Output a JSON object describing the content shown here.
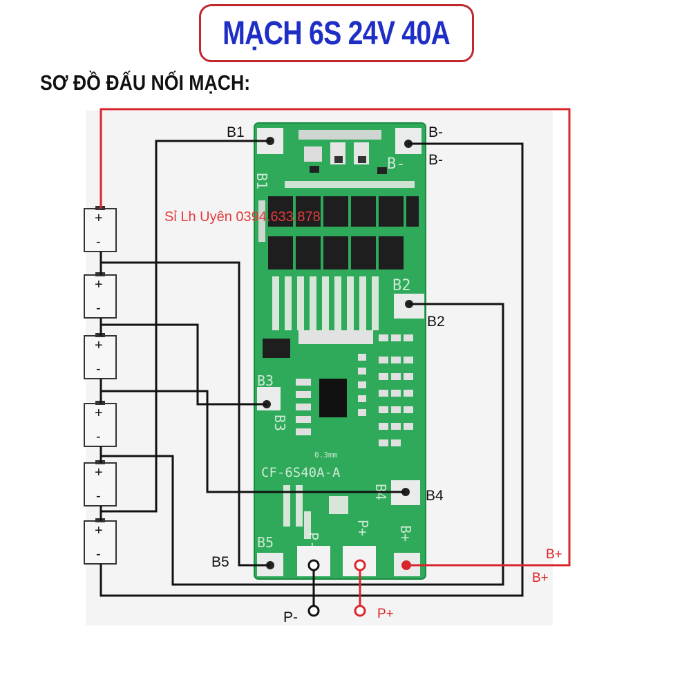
{
  "header": {
    "title": "MẠCH 6S 24V 40A",
    "subtitle": "SƠ ĐỒ ĐẤU NỐI MẠCH:"
  },
  "watermark": "Sỉ Lh Uyên 0394.633.878",
  "terminals": {
    "b1": "B1",
    "b_minus_1": "B-",
    "b_minus_2": "B-",
    "b2": "B2",
    "b3": "B3",
    "b4": "B4",
    "b5": "B5",
    "b_plus_1": "B+",
    "b_plus_2": "B+",
    "p_minus": "P-",
    "p_plus": "P+"
  },
  "board": {
    "model": "CF-6S40A-A",
    "pad_b1": "B1",
    "pad_b_minus": "B-",
    "pad_b2": "B2",
    "pad_b3": "B3",
    "pad_b4": "B4",
    "pad_b5": "B5",
    "pad_p_minus": "P-",
    "pad_p_plus": "P+",
    "pad_b_plus": "B+",
    "silk_small": "0.3mm"
  },
  "cells": [
    {
      "plus": "+",
      "minus": "-"
    },
    {
      "plus": "+",
      "minus": "-"
    },
    {
      "plus": "+",
      "minus": "-"
    },
    {
      "plus": "+",
      "minus": "-"
    },
    {
      "plus": "+",
      "minus": "-"
    },
    {
      "plus": "+",
      "minus": "-"
    }
  ],
  "colors": {
    "title_blue": "#1f2fc6",
    "title_border": "#c0282e",
    "pcb_green": "#2eaa5a",
    "wire_red": "#d9262c",
    "wire_black": "#111111"
  }
}
